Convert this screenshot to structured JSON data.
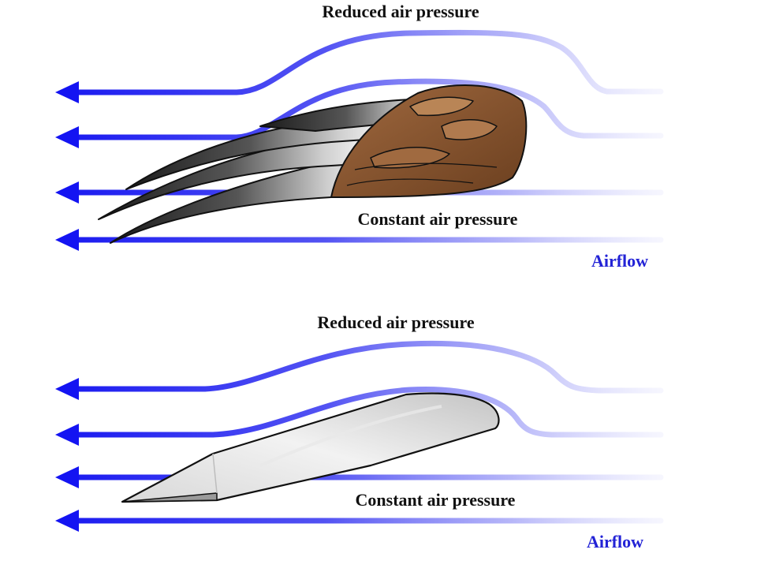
{
  "colors": {
    "arrow": "#1f1ff2",
    "label": "#111111",
    "airflow_label": "#2323d6"
  },
  "panels": [
    {
      "object": "bird-wing",
      "top_label": "Reduced air pressure",
      "bottom_label": "Constant air pressure",
      "airflow_label": "Airflow"
    },
    {
      "object": "aircraft-airfoil",
      "top_label": "Reduced air pressure",
      "bottom_label": "Constant air pressure",
      "airflow_label": "Airflow"
    }
  ]
}
